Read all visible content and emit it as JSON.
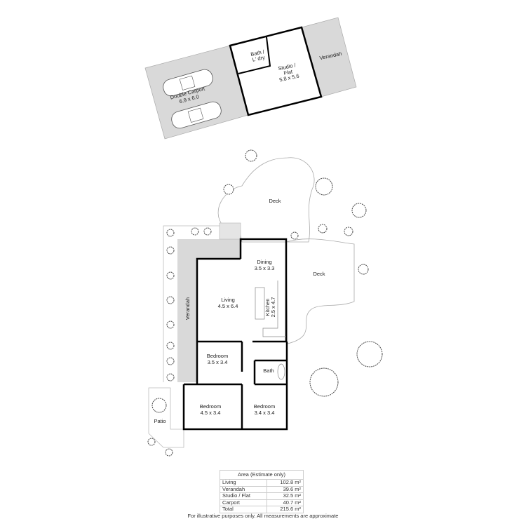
{
  "outbuilding": {
    "carport": {
      "name": "Double Carport",
      "dims": "6.9 x 6.0"
    },
    "bath": {
      "line1": "Bath /",
      "line2": "L' dry"
    },
    "studio": {
      "line1": "Studio /",
      "line2": "Flat",
      "dims": "5.8 x 5.6"
    },
    "verandah": "Verandah"
  },
  "house": {
    "deck_north": "Deck",
    "deck_east": "Deck",
    "dining": {
      "name": "Dining",
      "dims": "3.5 x 3.3"
    },
    "living": {
      "name": "Living",
      "dims": "4.5 x 6.4"
    },
    "kitchen": {
      "name": "Kitchen",
      "dims": "2.5 x 4.7"
    },
    "verandah": "Verandah",
    "bedroom1": {
      "name": "Bedroom",
      "dims": "3.5 x 3.4"
    },
    "bath": "Bath",
    "bedroom2": {
      "name": "Bedroom",
      "dims": "4.5 x 3.4"
    },
    "bedroom3": {
      "name": "Bedroom",
      "dims": "3.4 x 3.4"
    },
    "patio": "Patio"
  },
  "area_table": {
    "title": "Area (Estimate only)",
    "rows": [
      {
        "label": "Living",
        "value": "102.8 m²"
      },
      {
        "label": "Verandah",
        "value": "39.6 m²"
      },
      {
        "label": "Studio / Flat",
        "value": "32.5 m²"
      },
      {
        "label": "Carport",
        "value": "40.7 m²"
      },
      {
        "label": "Total",
        "value": "215.6 m²"
      }
    ]
  },
  "disclaimer": "For illustrative purposes only. All measurements are approximate",
  "colors": {
    "wall": "#000000",
    "covered_area": "#d9d9d9",
    "outline": "#bbbbbb"
  }
}
